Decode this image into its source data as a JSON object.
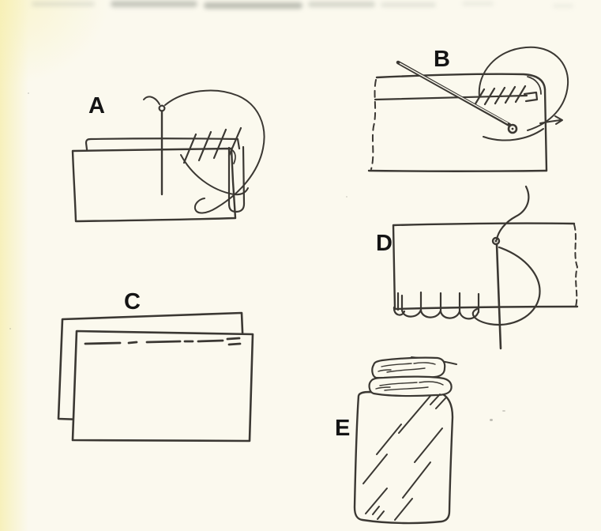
{
  "page": {
    "description": "Hand-drawn sewing stitch diagrams on scanned cream paper",
    "paper_color": "#fbf9ee",
    "ink_color": "#3b3833",
    "label_color": "#141414"
  },
  "figures": [
    {
      "label": "A",
      "name": "folded-hem-with-needle-and-slip-stitches"
    },
    {
      "label": "B",
      "name": "hem-with-diagonal-stitches-and-slanted-needle"
    },
    {
      "label": "C",
      "name": "two-fabric-pieces-with-dashed-basting-line"
    },
    {
      "label": "D",
      "name": "fabric-edge-with-blanket-stitch-loops-and-needle"
    },
    {
      "label": "E",
      "name": "rolled-hem-fabric-with-diagonal-hatching"
    }
  ]
}
